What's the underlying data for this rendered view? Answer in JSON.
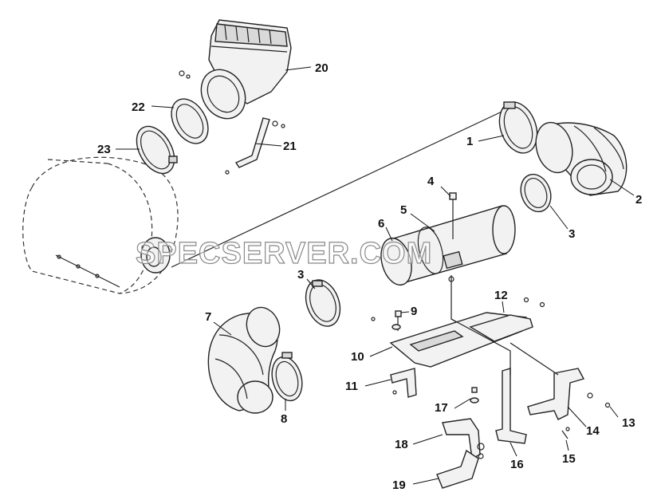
{
  "watermark": "SPECSERVER.COM",
  "callouts": {
    "c1": "1",
    "c2": "2",
    "c3a": "3",
    "c3b": "3",
    "c4": "4",
    "c5": "5",
    "c6": "6",
    "c7": "7",
    "c8": "8",
    "c9": "9",
    "c10": "10",
    "c11": "11",
    "c12": "12",
    "c13": "13",
    "c14": "14",
    "c15": "15",
    "c16": "16",
    "c17": "17",
    "c18": "18",
    "c19": "19",
    "c20": "20",
    "c21": "21",
    "c22": "22",
    "c23": "23"
  }
}
